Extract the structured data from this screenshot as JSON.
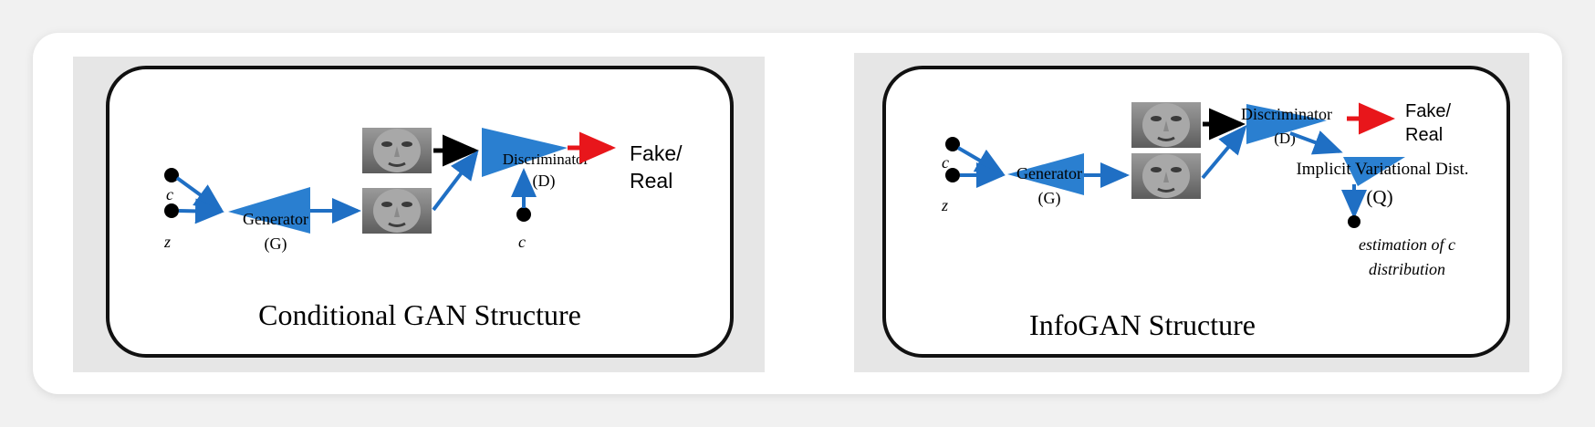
{
  "colors": {
    "background": "#f1f1f1",
    "card": "#ffffff",
    "panel": "#e6e6e6",
    "frame": "#111111",
    "flow_arrow": "#1f6fc4",
    "triangle": "#2a7fd0",
    "output_arrow": "#e8161b",
    "black_arrow": "#000000",
    "node": "#000000"
  },
  "icons": {
    "face": "face-thumbnail-icon",
    "node": "filled-circle-node-icon"
  },
  "cgan": {
    "title": "Conditional GAN Structure",
    "input_c": "c",
    "input_z": "z",
    "generator": "Generator",
    "generator_symbol": "(G)",
    "discriminator": "Discriminator",
    "discriminator_symbol": "(D)",
    "condition_c": "c",
    "output_line1": "Fake/",
    "output_line2": "Real"
  },
  "infogan": {
    "title": "InfoGAN Structure",
    "input_c": "c",
    "input_z": "z",
    "generator": "Generator",
    "generator_symbol": "(G)",
    "discriminator": "Discriminator",
    "discriminator_symbol": "(D)",
    "output_line1": "Fake/",
    "output_line2": "Real",
    "q_network": "Implicit Variational Dist.",
    "q_symbol": "(Q)",
    "estimate_line1": "estimation of c",
    "estimate_line2": "distribution"
  }
}
